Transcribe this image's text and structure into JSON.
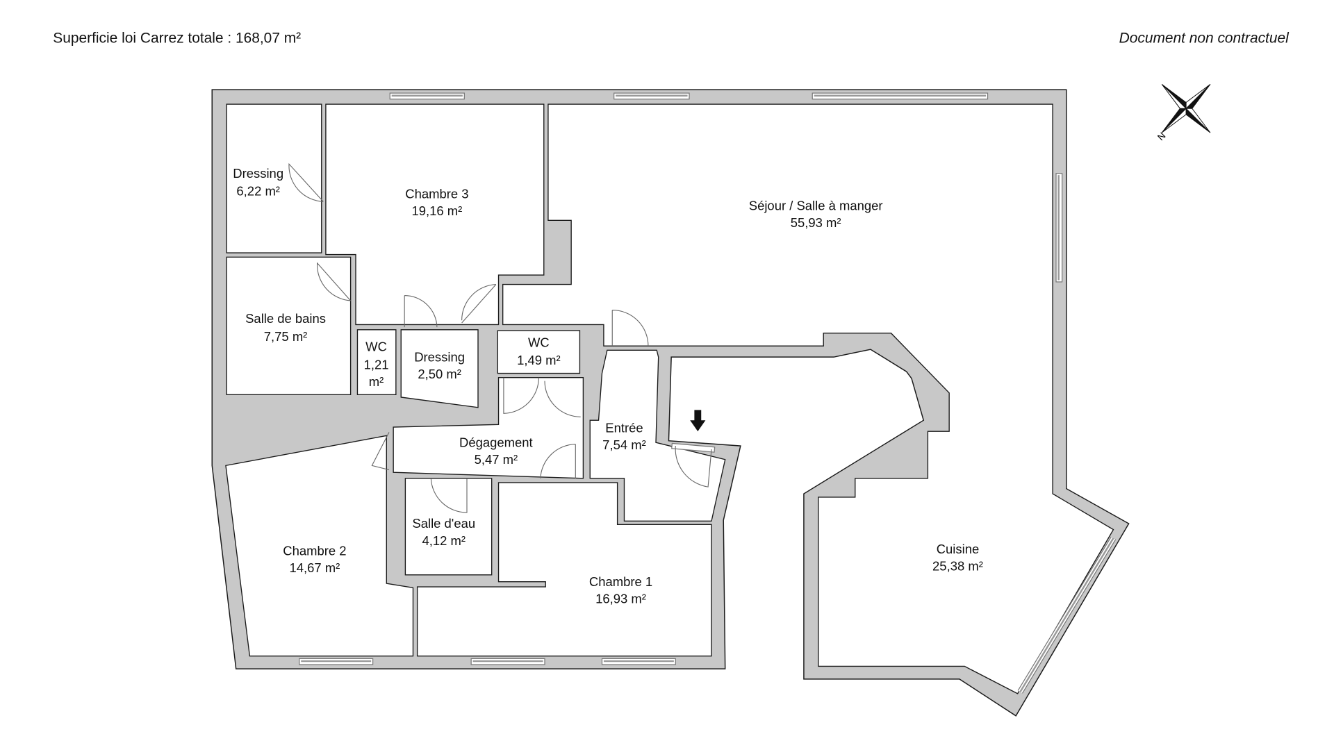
{
  "header": {
    "total_area": "Superficie loi Carrez totale : 168,07 m²",
    "disclaimer": "Document non contractuel"
  },
  "compass": {
    "north_label": "N"
  },
  "rooms": {
    "dressing_1": {
      "name": "Dressing",
      "area": "6,22 m²"
    },
    "chambre_3": {
      "name": "Chambre 3",
      "area": "19,16 m²"
    },
    "sejour": {
      "name": "Séjour / Salle à manger",
      "area": "55,93 m²"
    },
    "salle_de_bains": {
      "name": "Salle de bains",
      "area": "7,75 m²"
    },
    "wc_1": {
      "name": "WC",
      "area_value": "1,21",
      "area_unit": "m²"
    },
    "dressing_2": {
      "name": "Dressing",
      "area": "2,50 m²"
    },
    "wc_2": {
      "name": "WC",
      "area": "1,49 m²"
    },
    "entree": {
      "name": "Entrée",
      "area": "7,54 m²"
    },
    "degagement": {
      "name": "Dégagement",
      "area": "5,47 m²"
    },
    "salle_deau": {
      "name": "Salle d'eau",
      "area": "4,12 m²"
    },
    "chambre_2": {
      "name": "Chambre 2",
      "area": "14,67 m²"
    },
    "chambre_1": {
      "name": "Chambre 1",
      "area": "16,93 m²"
    },
    "cuisine": {
      "name": "Cuisine",
      "area": "25,38 m²"
    }
  }
}
